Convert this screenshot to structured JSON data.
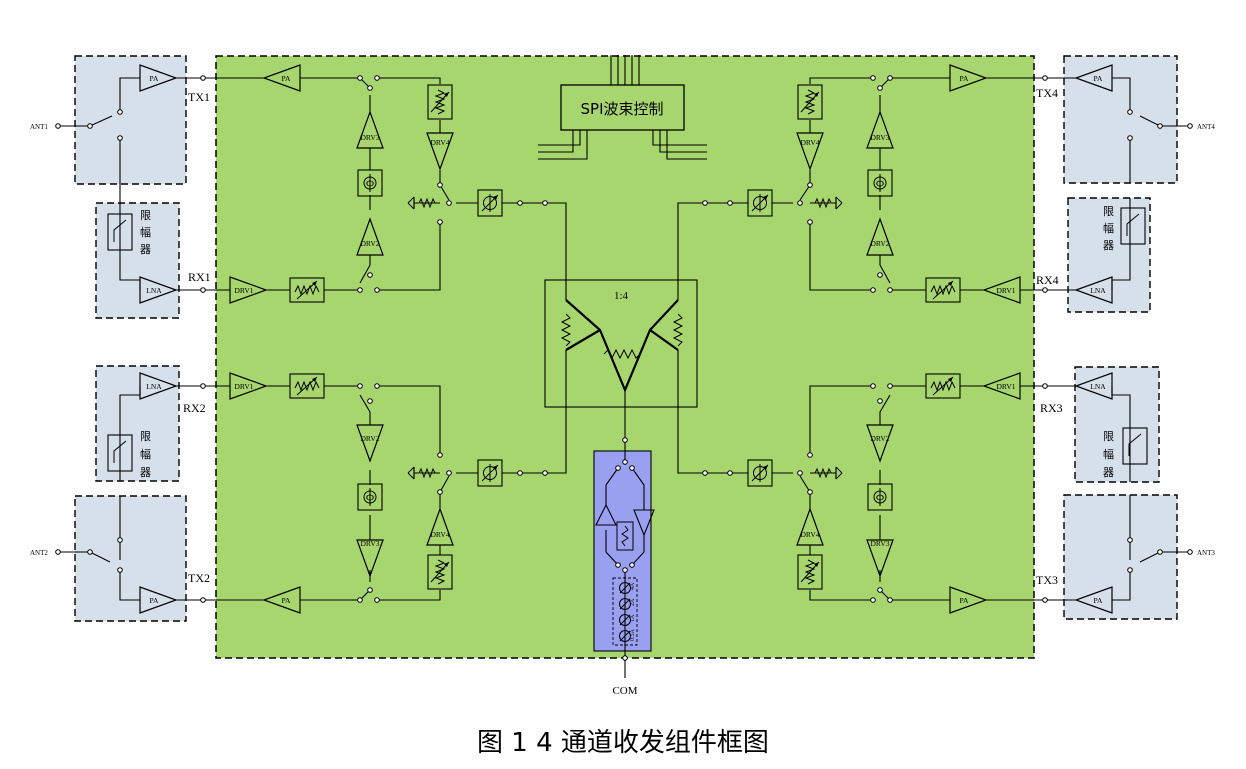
{
  "figure": {
    "caption": "图 1 4 通道收发组件框图",
    "spi_label": "SPI波束控制",
    "combiner_label": "1:4",
    "com_label": "COM"
  },
  "ant_labels": [
    "ANT1",
    "ANT2",
    "ANT3",
    "ANT4"
  ],
  "channel_labels": {
    "tx1": "TX1",
    "rx1": "RX1",
    "rx2": "RX2",
    "tx2": "TX2",
    "tx3": "TX3",
    "rx3": "RX3",
    "rx4": "RX4",
    "tx4": "TX4"
  },
  "amp_labels": {
    "pa": "PA",
    "lna": "LNA",
    "drv1": "DRV1",
    "drv2": "DRV2",
    "drv3": "DRV3",
    "drv4": "DRV4"
  },
  "limiter_label": [
    "限",
    "幅",
    "器"
  ],
  "phase_symbol": "Φ",
  "atten_steps": [
    "4A",
    "2A",
    "1A",
    "0.5A"
  ],
  "colors": {
    "core": "#a8d66e",
    "frontend": "#d6e0ea",
    "com_module": "#9aa0f0",
    "line": "#000000"
  }
}
